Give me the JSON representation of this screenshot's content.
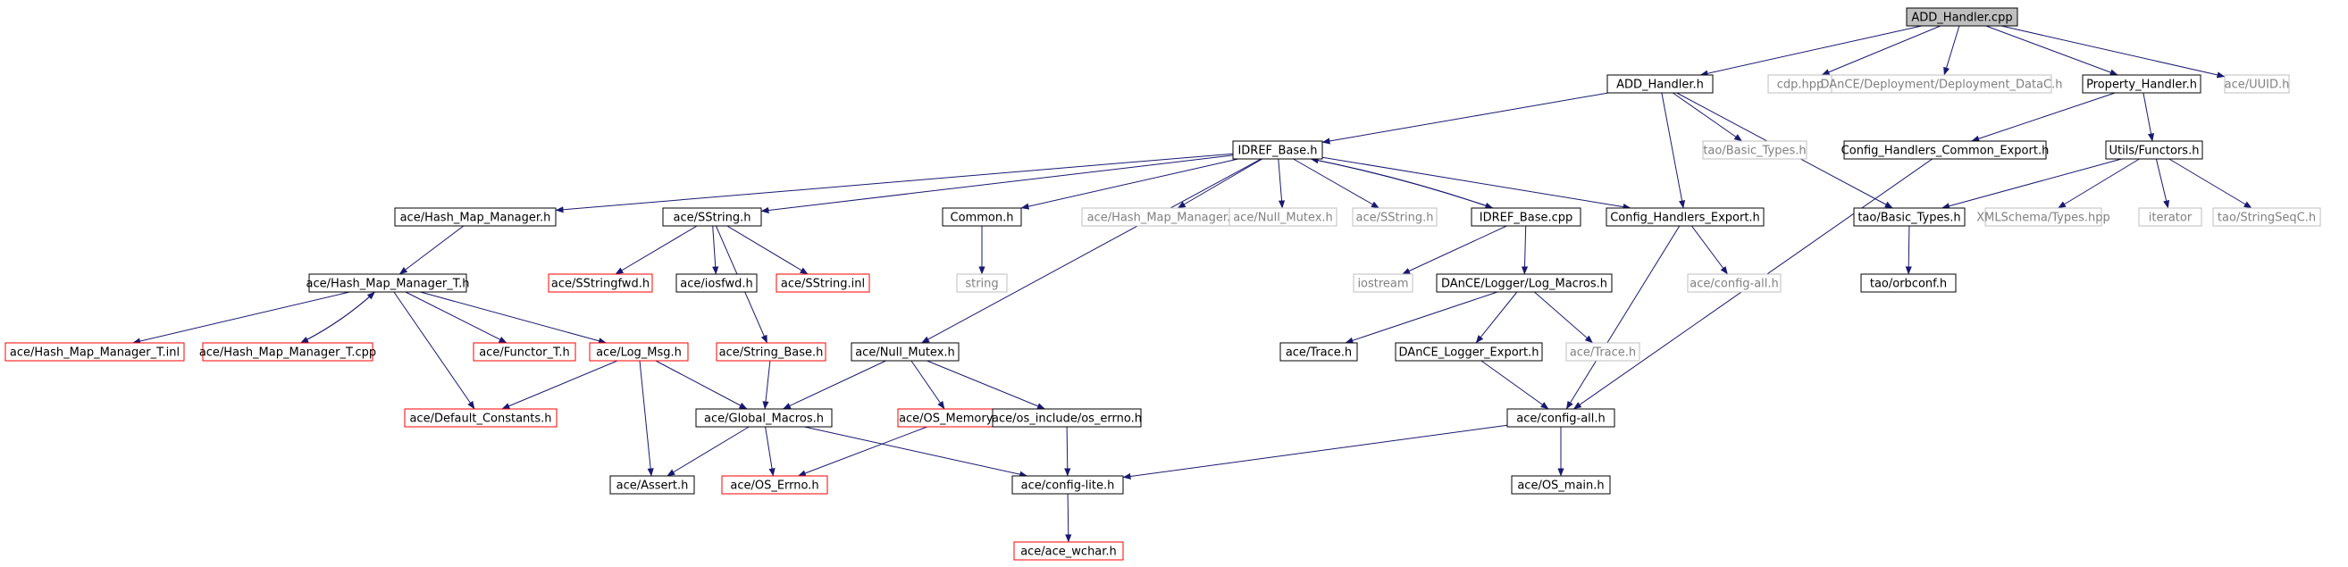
{
  "colors": {
    "normal_border": "#000000",
    "missing_border": "#ff0000",
    "external_border": "#bfbfbf",
    "root_fill": "#bfbfbf",
    "edge": "#191970"
  },
  "nodes": [
    {
      "id": "root",
      "label": "ADD_Handler.cpp",
      "style": "root"
    },
    {
      "id": "add_h",
      "label": "ADD_Handler.h",
      "style": "normal"
    },
    {
      "id": "cdp",
      "label": "cdp.hpp",
      "style": "external"
    },
    {
      "id": "dance_dep",
      "label": "DAnCE/Deployment/Deployment_DataC.h",
      "style": "external"
    },
    {
      "id": "prop_h",
      "label": "Property_Handler.h",
      "style": "normal"
    },
    {
      "id": "uuid",
      "label": "ace/UUID.h",
      "style": "external"
    },
    {
      "id": "idref_h",
      "label": "IDREF_Base.h",
      "style": "normal"
    },
    {
      "id": "tao_bt_ext",
      "label": "tao/Basic_Types.h",
      "style": "external"
    },
    {
      "id": "chce",
      "label": "Config_Handlers_Common_Export.h",
      "style": "normal"
    },
    {
      "id": "utils_f",
      "label": "Utils/Functors.h",
      "style": "normal"
    },
    {
      "id": "hmm_h",
      "label": "ace/Hash_Map_Manager.h",
      "style": "normal"
    },
    {
      "id": "sstring_h",
      "label": "ace/SString.h",
      "style": "normal"
    },
    {
      "id": "common_h",
      "label": "Common.h",
      "style": "normal"
    },
    {
      "id": "hmm_ext",
      "label": "ace/Hash_Map_Manager.h",
      "style": "external"
    },
    {
      "id": "nullmutex_ext",
      "label": "ace/Null_Mutex.h",
      "style": "external"
    },
    {
      "id": "sstring_ext",
      "label": "ace/SString.h",
      "style": "external"
    },
    {
      "id": "idref_cpp",
      "label": "IDREF_Base.cpp",
      "style": "normal"
    },
    {
      "id": "che",
      "label": "Config_Handlers_Export.h",
      "style": "normal"
    },
    {
      "id": "tao_bt",
      "label": "tao/Basic_Types.h",
      "style": "normal"
    },
    {
      "id": "xml_types",
      "label": "XMLSchema/Types.hpp",
      "style": "external"
    },
    {
      "id": "iterator",
      "label": "iterator",
      "style": "external"
    },
    {
      "id": "strseq",
      "label": "tao/StringSeqC.h",
      "style": "external"
    },
    {
      "id": "hmmt_h",
      "label": "ace/Hash_Map_Manager_T.h",
      "style": "normal"
    },
    {
      "id": "sstringfwd",
      "label": "ace/SStringfwd.h",
      "style": "missing"
    },
    {
      "id": "iosfwd",
      "label": "ace/iosfwd.h",
      "style": "normal"
    },
    {
      "id": "sstring_inl",
      "label": "ace/SString.inl",
      "style": "missing"
    },
    {
      "id": "string_ext",
      "label": "string",
      "style": "external"
    },
    {
      "id": "iostream",
      "label": "iostream",
      "style": "external"
    },
    {
      "id": "logmacros",
      "label": "DAnCE/Logger/Log_Macros.h",
      "style": "normal"
    },
    {
      "id": "configall_ext",
      "label": "ace/config-all.h",
      "style": "external"
    },
    {
      "id": "orbconf",
      "label": "tao/orbconf.h",
      "style": "normal"
    },
    {
      "id": "hmmt_inl",
      "label": "ace/Hash_Map_Manager_T.inl",
      "style": "missing"
    },
    {
      "id": "hmmt_cpp",
      "label": "ace/Hash_Map_Manager_T.cpp",
      "style": "missing"
    },
    {
      "id": "functor",
      "label": "ace/Functor_T.h",
      "style": "missing"
    },
    {
      "id": "logmsg",
      "label": "ace/Log_Msg.h",
      "style": "missing"
    },
    {
      "id": "stringbase",
      "label": "ace/String_Base.h",
      "style": "missing"
    },
    {
      "id": "nullmutex_h",
      "label": "ace/Null_Mutex.h",
      "style": "normal"
    },
    {
      "id": "trace_h",
      "label": "ace/Trace.h",
      "style": "normal"
    },
    {
      "id": "dle",
      "label": "DAnCE_Logger_Export.h",
      "style": "normal"
    },
    {
      "id": "trace_ext",
      "label": "ace/Trace.h",
      "style": "external"
    },
    {
      "id": "defconst",
      "label": "ace/Default_Constants.h",
      "style": "missing"
    },
    {
      "id": "globalmacros",
      "label": "ace/Global_Macros.h",
      "style": "normal"
    },
    {
      "id": "osmemory",
      "label": "ace/OS_Memory.h",
      "style": "missing"
    },
    {
      "id": "oserrno_inc",
      "label": "ace/os_include/os_errno.h",
      "style": "normal"
    },
    {
      "id": "configall",
      "label": "ace/config-all.h",
      "style": "normal"
    },
    {
      "id": "assert_h",
      "label": "ace/Assert.h",
      "style": "normal"
    },
    {
      "id": "oserrno",
      "label": "ace/OS_Errno.h",
      "style": "missing"
    },
    {
      "id": "configlite",
      "label": "ace/config-lite.h",
      "style": "normal"
    },
    {
      "id": "osmain",
      "label": "ace/OS_main.h",
      "style": "normal"
    },
    {
      "id": "acewchar",
      "label": "ace/ace_wchar.h",
      "style": "missing"
    }
  ],
  "edges": [
    [
      "root",
      "add_h"
    ],
    [
      "root",
      "cdp"
    ],
    [
      "root",
      "dance_dep"
    ],
    [
      "root",
      "prop_h"
    ],
    [
      "root",
      "uuid"
    ],
    [
      "add_h",
      "idref_h"
    ],
    [
      "add_h",
      "tao_bt_ext"
    ],
    [
      "add_h",
      "che"
    ],
    [
      "add_h",
      "tao_bt"
    ],
    [
      "prop_h",
      "chce"
    ],
    [
      "prop_h",
      "utils_f"
    ],
    [
      "idref_h",
      "hmm_h"
    ],
    [
      "idref_h",
      "sstring_h"
    ],
    [
      "idref_h",
      "nullmutex_h"
    ],
    [
      "idref_h",
      "common_h"
    ],
    [
      "idref_h",
      "hmm_ext"
    ],
    [
      "idref_h",
      "nullmutex_ext"
    ],
    [
      "idref_h",
      "sstring_ext"
    ],
    [
      "idref_h",
      "idref_cpp"
    ],
    [
      "idref_h",
      "che"
    ],
    [
      "idref_cpp",
      "idref_h"
    ],
    [
      "idref_cpp",
      "iostream"
    ],
    [
      "idref_cpp",
      "logmacros"
    ],
    [
      "utils_f",
      "tao_bt"
    ],
    [
      "utils_f",
      "xml_types"
    ],
    [
      "utils_f",
      "iterator"
    ],
    [
      "utils_f",
      "strseq"
    ],
    [
      "chce",
      "configall"
    ],
    [
      "che",
      "configall_ext"
    ],
    [
      "che",
      "configall"
    ],
    [
      "tao_bt",
      "orbconf"
    ],
    [
      "common_h",
      "string_ext"
    ],
    [
      "hmm_h",
      "hmmt_h"
    ],
    [
      "sstring_h",
      "sstringfwd"
    ],
    [
      "sstring_h",
      "iosfwd"
    ],
    [
      "sstring_h",
      "sstring_inl"
    ],
    [
      "sstring_h",
      "stringbase"
    ],
    [
      "hmmt_h",
      "hmmt_inl"
    ],
    [
      "hmmt_h",
      "hmmt_cpp"
    ],
    [
      "hmmt_h",
      "functor"
    ],
    [
      "hmmt_h",
      "logmsg"
    ],
    [
      "hmmt_h",
      "defconst"
    ],
    [
      "hmmt_cpp",
      "hmmt_h"
    ],
    [
      "logmsg",
      "defconst"
    ],
    [
      "logmsg",
      "globalmacros"
    ],
    [
      "logmsg",
      "assert_h"
    ],
    [
      "stringbase",
      "globalmacros"
    ],
    [
      "nullmutex_h",
      "globalmacros"
    ],
    [
      "nullmutex_h",
      "osmemory"
    ],
    [
      "nullmutex_h",
      "oserrno_inc"
    ],
    [
      "logmacros",
      "trace_h"
    ],
    [
      "logmacros",
      "dle"
    ],
    [
      "logmacros",
      "trace_ext"
    ],
    [
      "dle",
      "configall"
    ],
    [
      "globalmacros",
      "assert_h"
    ],
    [
      "globalmacros",
      "oserrno"
    ],
    [
      "globalmacros",
      "configlite"
    ],
    [
      "osmemory",
      "oserrno"
    ],
    [
      "oserrno_inc",
      "configlite"
    ],
    [
      "configall",
      "configlite"
    ],
    [
      "configall",
      "osmain"
    ],
    [
      "configlite",
      "acewchar"
    ]
  ]
}
